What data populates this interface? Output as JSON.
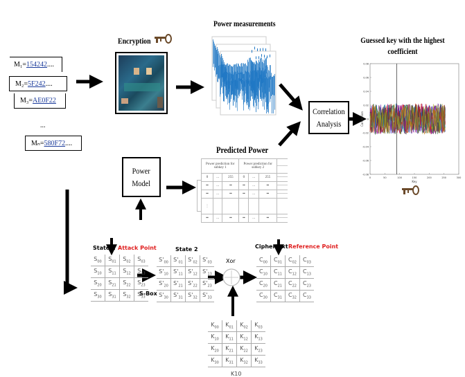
{
  "messages": {
    "items": [
      {
        "prefix": "M₁=",
        "value": "154242",
        "suffix": "...."
      },
      {
        "prefix": "M₂=",
        "value": "5F242",
        "suffix": "...."
      },
      {
        "prefix": "M₃=",
        "value": "AE0F22",
        "suffix": ""
      },
      {
        "prefix": "Mₙ=",
        "value": "580F72",
        "suffix": "...."
      }
    ],
    "ellipsis": "..."
  },
  "encryption": {
    "title": "Encryption",
    "icon": "key-icon"
  },
  "power_measurements": {
    "title": "Power measurements"
  },
  "correlation": {
    "line1": "Correlation",
    "line2": "Analysis"
  },
  "guessed_key": {
    "title_line1": "Guessed key with the highest",
    "title_line2": "coefficient"
  },
  "power_model": {
    "line1": "Power",
    "line2": "Model"
  },
  "predicted_power": {
    "title": "Predicted Power",
    "header1": "Power prediction for subkey 1",
    "header2": "Power prediction for subkey 2",
    "row_first": [
      "0",
      "...",
      "255",
      "0",
      "...",
      "255"
    ],
    "cell_mark": "▪▪",
    "ellipsis": "..."
  },
  "aes": {
    "state1": {
      "label": "State 1",
      "annotation": "Attack Point",
      "cells": [
        [
          "S00",
          "S01",
          "S02",
          "S03"
        ],
        [
          "S10",
          "S11",
          "S12",
          "S13"
        ],
        [
          "S20",
          "S21",
          "S22",
          "S23"
        ],
        [
          "S30",
          "S31",
          "S32",
          "S33"
        ]
      ]
    },
    "sbox_label": "S-Box",
    "state2": {
      "label": "State 2",
      "cells": [
        [
          "S'00",
          "S'01",
          "S'02",
          "S'03"
        ],
        [
          "S'10",
          "S'11",
          "S'12",
          "S'13"
        ],
        [
          "S'20",
          "S'21",
          "S'22",
          "S'23"
        ],
        [
          "S'30",
          "S'31",
          "S'32",
          "S'33"
        ]
      ]
    },
    "xor_label": "Xor",
    "ciphertext": {
      "label": "Ciphertext",
      "annotation": "Reference Point",
      "cells": [
        [
          "C00",
          "C01",
          "C02",
          "C03"
        ],
        [
          "C10",
          "C11",
          "C12",
          "C13"
        ],
        [
          "C20",
          "C21",
          "C22",
          "C23"
        ],
        [
          "C30",
          "C31",
          "C32",
          "C33"
        ]
      ]
    },
    "key": {
      "label": "K10",
      "cells": [
        [
          "K00",
          "K01",
          "K02",
          "K03"
        ],
        [
          "K10",
          "K11",
          "K12",
          "K13"
        ],
        [
          "K20",
          "K21",
          "K22",
          "K23"
        ],
        [
          "K30",
          "K31",
          "K32",
          "K33"
        ]
      ]
    }
  },
  "colors": {
    "accent_red": "#e02020",
    "trace_blue": "#1f77c4"
  },
  "chart_data": {
    "type": "line",
    "title": "",
    "xlabel": "Key",
    "ylabel": "Correlation",
    "xlim": [
      0,
      300
    ],
    "ylim": [
      -0.08,
      0.08
    ],
    "xticks": [
      "0",
      "50",
      "100",
      "150",
      "200",
      "250",
      "300"
    ],
    "yticks": [
      "0.08",
      "0.06",
      "0.04",
      "0.02",
      "0",
      "-0.02",
      "-0.04",
      "-0.06",
      "-0.08"
    ],
    "key_range": [
      0,
      255
    ],
    "noise_band": [
      -0.02,
      0.02
    ],
    "peak": {
      "x": 90,
      "y_max": 0.08,
      "y_min": -0.08
    }
  }
}
